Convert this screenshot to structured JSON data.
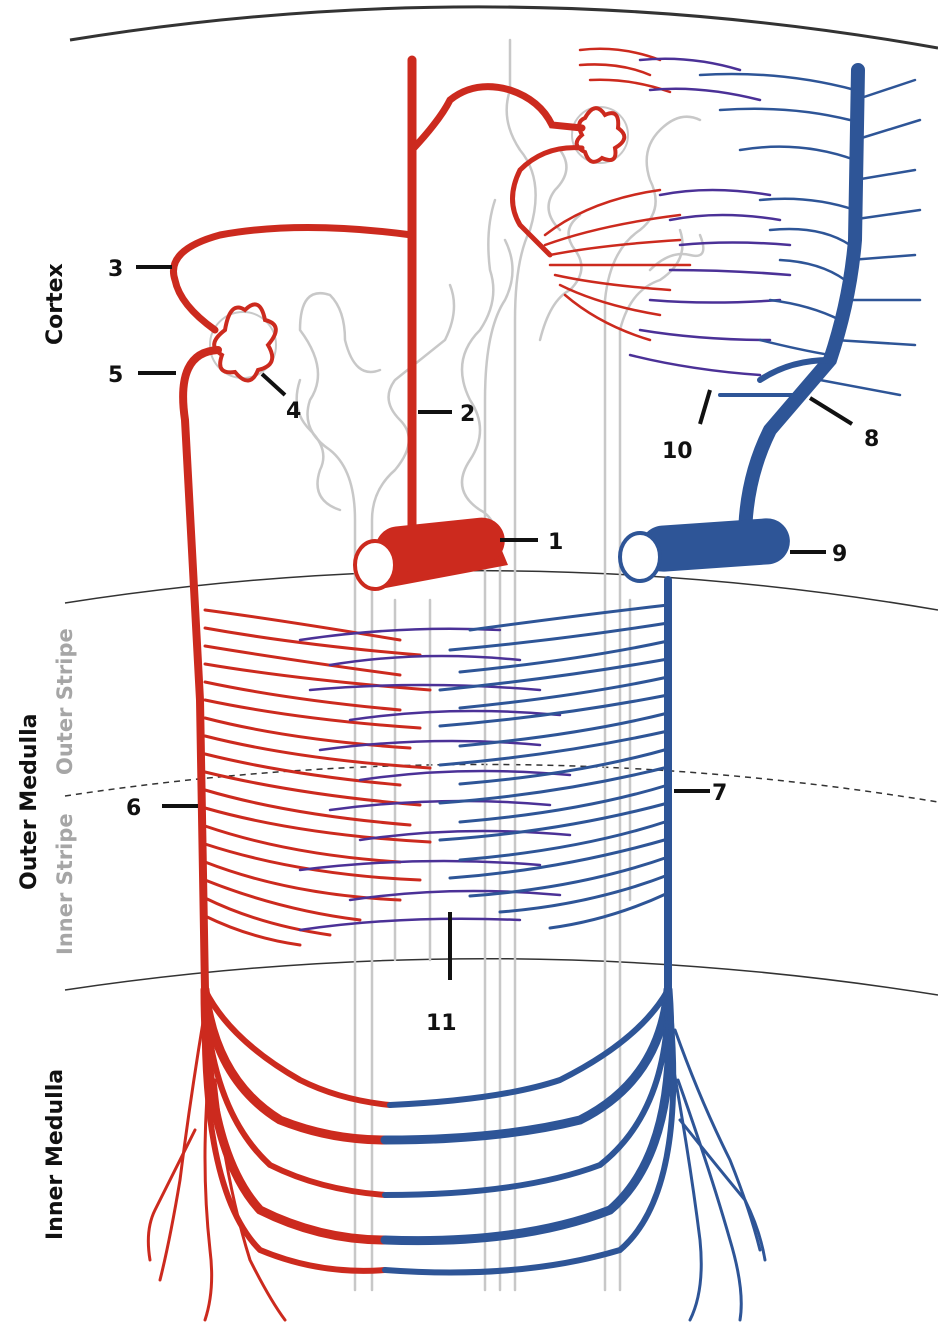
{
  "colors": {
    "artery": "#cc2a1e",
    "vein": "#2e5597",
    "capillary": "#4b3197",
    "tubule": "#c8c8c8",
    "boundary": "#333333",
    "pointer": "#111111",
    "label_dark": "#111111",
    "label_grey": "#a6a6a6"
  },
  "zones": {
    "cortex": "Cortex",
    "outer_medulla": "Outer Medulla",
    "outer_stripe": "Outer Stripe",
    "inner_stripe": "Inner Stripe",
    "inner_medulla": "Inner Medulla"
  },
  "labels": {
    "n1": "1",
    "n2": "2",
    "n3": "3",
    "n4": "4",
    "n5": "5",
    "n6": "6",
    "n7": "7",
    "n8": "8",
    "n9": "9",
    "n10": "10",
    "n11": "11"
  }
}
